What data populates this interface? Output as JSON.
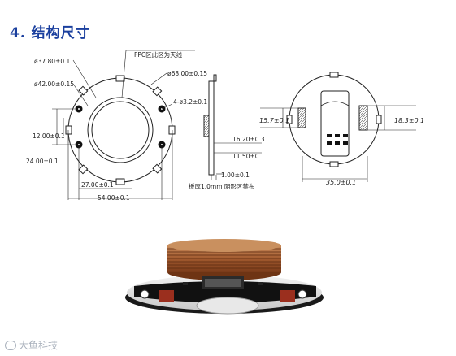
{
  "heading": {
    "number": "4.",
    "title": "结构尺寸"
  },
  "drawing_front": {
    "fpc_note": "FPC区此区为天线",
    "dim_outer_ring": "ø37.80±0.1",
    "dim_inner_bore": "ø42.00±0.15",
    "dim_board": "ø68.00±0.15",
    "dim_hole": "4-ø3.2±0.1",
    "dim_12": "12.00±0.1",
    "dim_24": "24.00±0.1",
    "dim_27": "27.00±0.1",
    "dim_54": "54.00±0.1"
  },
  "drawing_side": {
    "dim_16": "16.20±0.3",
    "dim_11": "11.50±0.1",
    "dim_1": "1.00±0.1",
    "note": "板厚1.0mm  阴影区禁布"
  },
  "drawing_back": {
    "dim_15": "15.7±0.1",
    "dim_18": "18.3±0.1",
    "dim_35": "35.0±0.1"
  },
  "watermark": "大鱼科技"
}
